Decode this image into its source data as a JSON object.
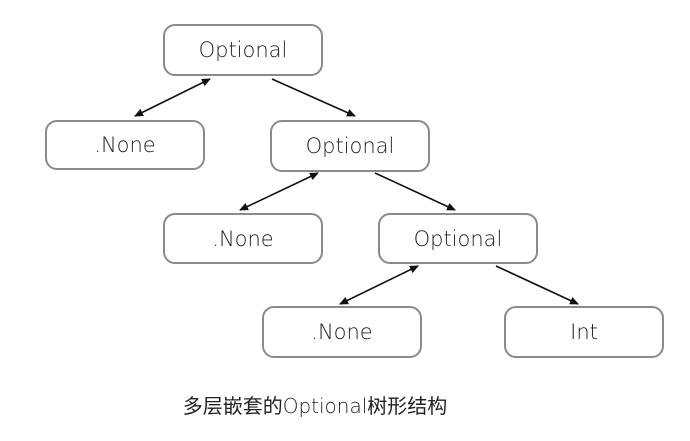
{
  "diagram": {
    "nodes": {
      "root": "Optional",
      "none1": ".None",
      "opt2": "Optional",
      "none2": ".None",
      "opt3": "Optional",
      "none3": ".None",
      "int": "Int"
    },
    "edges": [
      {
        "from": "root",
        "to": "none1",
        "style": "bidirectional"
      },
      {
        "from": "root",
        "to": "opt2",
        "style": "directed"
      },
      {
        "from": "opt2",
        "to": "none2",
        "style": "bidirectional"
      },
      {
        "from": "opt2",
        "to": "opt3",
        "style": "directed"
      },
      {
        "from": "opt3",
        "to": "none3",
        "style": "bidirectional"
      },
      {
        "from": "opt3",
        "to": "int",
        "style": "directed"
      }
    ],
    "caption": "多层嵌套的Optional树形结构"
  }
}
